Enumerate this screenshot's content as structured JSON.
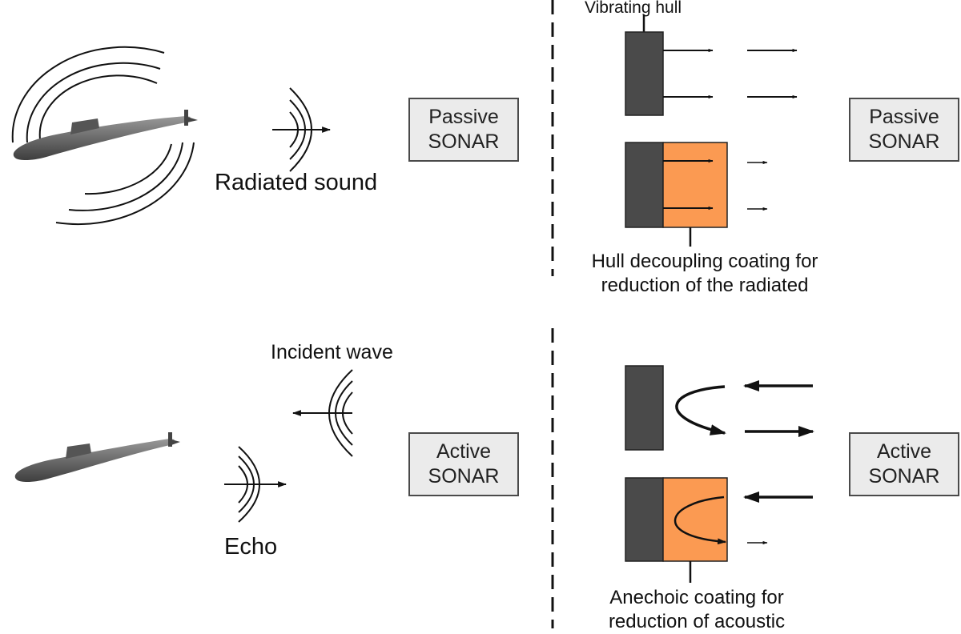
{
  "left": {
    "radiated_label": "Radiated sound",
    "incident_label": "Incident wave",
    "echo_label": "Echo"
  },
  "sonar_boxes": {
    "passive_left": [
      "Passive",
      "SONAR"
    ],
    "active_left": [
      "Active",
      "SONAR"
    ],
    "passive_right": [
      "Passive",
      "SONAR"
    ],
    "active_right": [
      "Active",
      "SONAR"
    ]
  },
  "right": {
    "hull_label": "Vibrating hull",
    "decoupling_caption": [
      "Hull decoupling coating for",
      "reduction of the radiated"
    ],
    "anechoic_caption": [
      "Anechoic coating for",
      "reduction of acoustic"
    ]
  },
  "colors": {
    "hull": "#4a4a4a",
    "coating": "#fb9a52",
    "sonar_box_fill": "#ebebeb",
    "submarine": "#6b6b6b"
  }
}
